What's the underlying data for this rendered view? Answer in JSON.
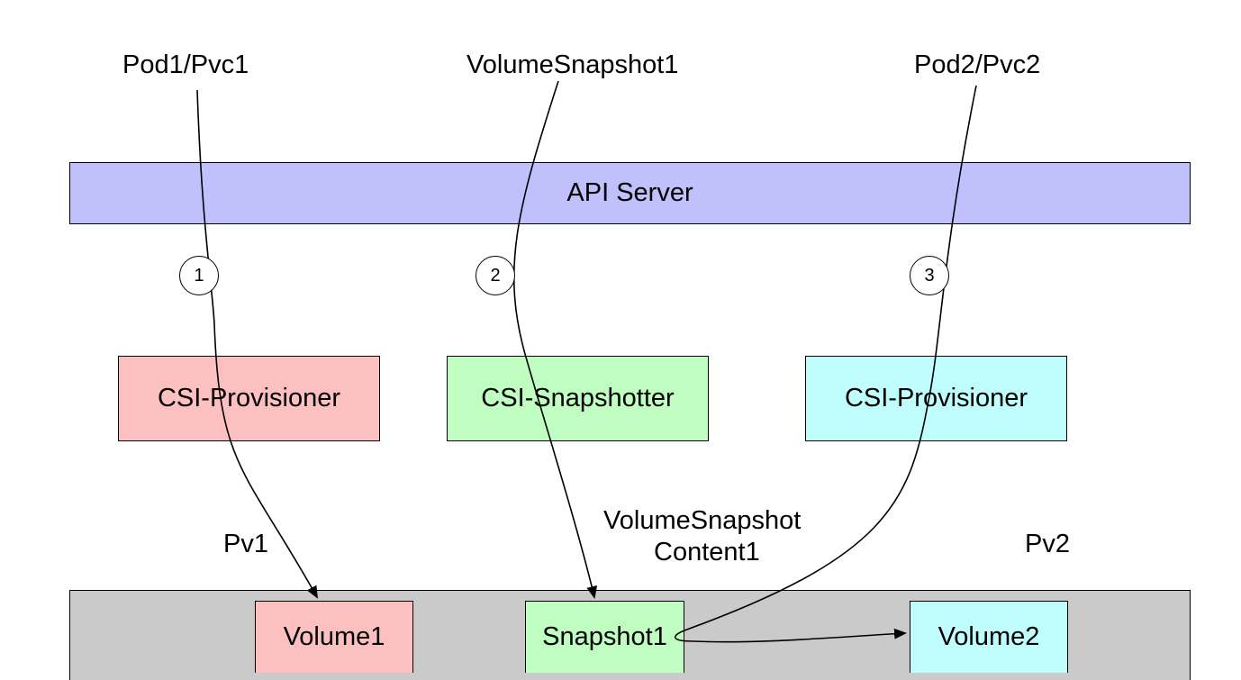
{
  "top_labels": {
    "pod1": "Pod1/Pvc1",
    "snapshot_request": "VolumeSnapshot1",
    "pod2": "Pod2/Pvc2"
  },
  "api_server": {
    "label": "API Server",
    "color": "#c0c0fc"
  },
  "steps": [
    "1",
    "2",
    "3"
  ],
  "controllers": [
    {
      "label": "CSI-Provisioner",
      "color": "#fdc0c0"
    },
    {
      "label": "CSI-Snapshotter",
      "color": "#c0fdc0"
    },
    {
      "label": "CSI-Provisioner",
      "color": "#c0fdfd"
    }
  ],
  "resource_labels": {
    "pv1": "Pv1",
    "snapshot_content_line1": "VolumeSnapshot",
    "snapshot_content_line2": "Content1",
    "pv2": "Pv2"
  },
  "storage": {
    "color": "#cacaca",
    "items": [
      {
        "label": "Volume1",
        "color": "#fdc0c0"
      },
      {
        "label": "Snapshot1",
        "color": "#c0fdc0"
      },
      {
        "label": "Volume2",
        "color": "#c0fdfd"
      }
    ]
  }
}
